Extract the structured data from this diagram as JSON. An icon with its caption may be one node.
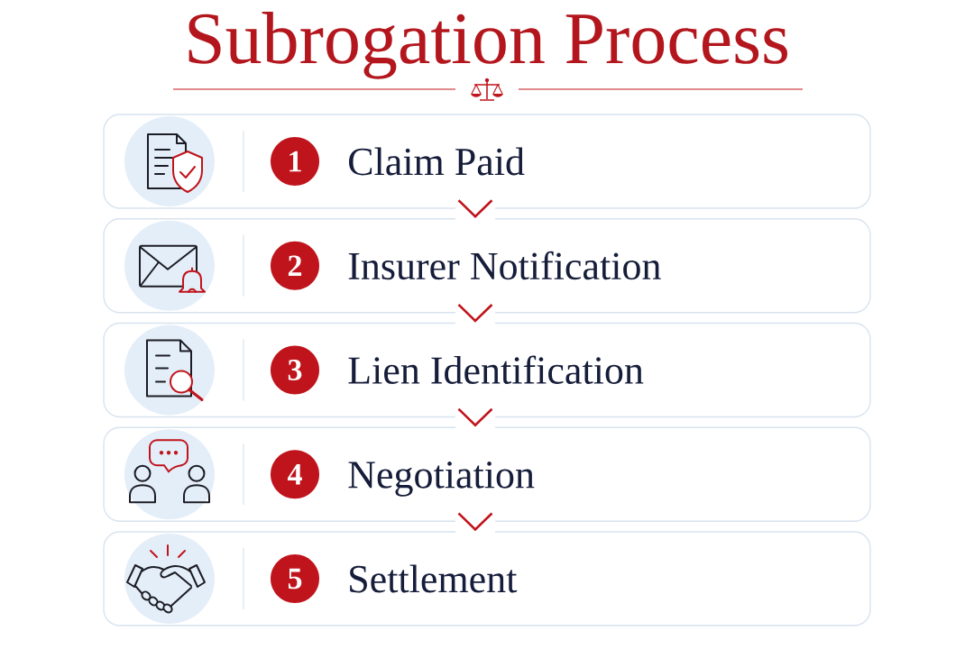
{
  "diagram": {
    "title": "Subrogation Process",
    "nodes": [
      {
        "text": [
          "Claim Paid"
        ]
      },
      {
        "text": [
          "1"
        ],
        "in": 0
      },
      {
        "text": [
          "Insurer Notification"
        ]
      },
      {
        "text": [
          "2"
        ],
        "in": 2
      },
      {
        "text": [
          "Lien Identification"
        ]
      },
      {
        "text": [
          "3"
        ],
        "in": 4
      },
      {
        "text": [
          "Negotiation"
        ]
      },
      {
        "text": [
          "4"
        ],
        "in": 6
      },
      {
        "text": [
          "Settlement"
        ]
      },
      {
        "text": [
          "5"
        ],
        "in": 8
      }
    ],
    "edges": [
      {
        "from": 0,
        "to": 2,
        "arrow": "to"
      },
      {
        "from": 2,
        "to": 4,
        "arrow": "to"
      },
      {
        "from": 4,
        "to": 6,
        "arrow": "to"
      },
      {
        "from": 6,
        "to": 8,
        "arrow": "to"
      }
    ]
  }
}
